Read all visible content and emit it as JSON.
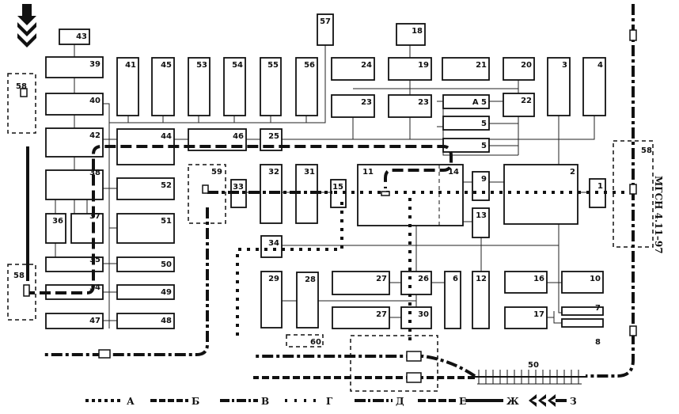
{
  "diagram": {
    "standard_label": "МГСН 4.11–97",
    "boxes": [
      "43",
      "39",
      "40",
      "42",
      "38",
      "36",
      "37",
      "35",
      "34",
      "47",
      "41",
      "45",
      "53",
      "54",
      "55",
      "56",
      "57",
      "44",
      "46",
      "25",
      "52",
      "51",
      "50",
      "49",
      "48",
      "33",
      "32",
      "31",
      "15",
      "34",
      "29",
      "28",
      "18",
      "24",
      "19",
      "21",
      "20",
      "3",
      "4",
      "23",
      "23",
      "А 5",
      "5",
      "5",
      "22",
      "11",
      "14",
      "9",
      "13",
      "2",
      "1",
      "26",
      "27",
      "27",
      "30",
      "6",
      "12",
      "16",
      "10",
      "7",
      "8",
      "17"
    ],
    "zones": [
      "58",
      "58",
      "58",
      "59",
      "60"
    ],
    "rail_label": "50",
    "legend": [
      "А",
      "Б",
      "В",
      "Г",
      "Д",
      "Е",
      "Ж",
      "З"
    ]
  }
}
